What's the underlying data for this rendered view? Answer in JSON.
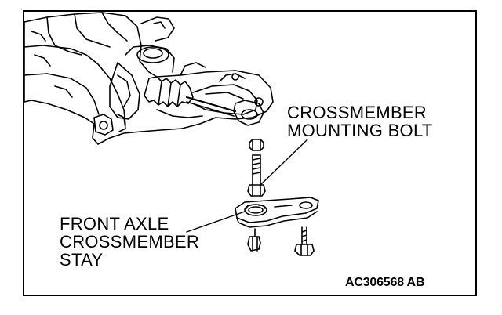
{
  "diagram": {
    "labels": {
      "bolt_line1": "CROSSMEMBER",
      "bolt_line2": "MOUNTING BOLT",
      "stay_line1": "FRONT AXLE",
      "stay_line2": "CROSSMEMBER",
      "stay_line3": "STAY"
    },
    "figure_code": "AC306568 AB",
    "colors": {
      "ink": "#000000",
      "paper": "#ffffff"
    }
  }
}
